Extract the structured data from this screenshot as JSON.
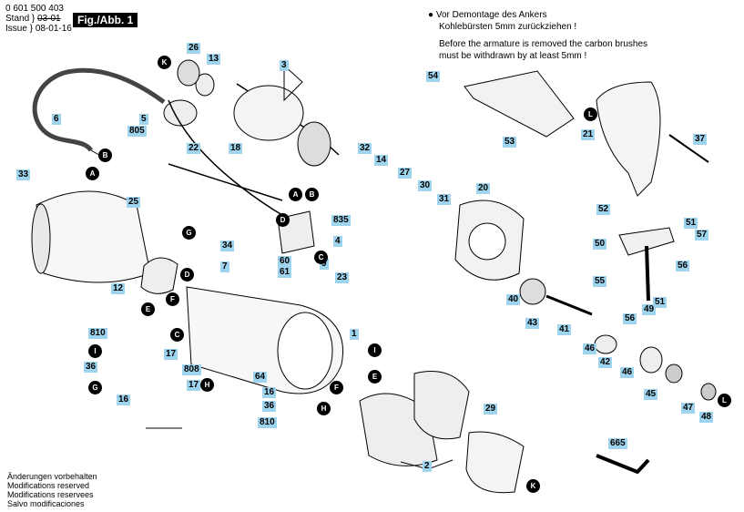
{
  "header": {
    "part_number": "0 601 500 403",
    "stand_label": "Stand",
    "stand_date_old": "03-01",
    "issue_label": "Issue",
    "issue_date": "08-01-16",
    "figure_title": "Fig./Abb. 1"
  },
  "note": {
    "de_line1": "Vor Demontage des Ankers",
    "de_line2": "Kohlebürsten 5mm zurückziehen !",
    "en_line1": "Before the armature is removed the carbon brushes",
    "en_line2": "must be withdrawn by at least 5mm !"
  },
  "footer": {
    "lines": [
      "Änderungen vorbehalten",
      "Modifications reserved",
      "Modifications reservees",
      "Salvo modificaciones"
    ]
  },
  "labels": [
    {
      "text": "26"
    },
    {
      "text": "13"
    },
    {
      "text": "3"
    },
    {
      "text": "6"
    },
    {
      "text": "5"
    },
    {
      "text": "805"
    },
    {
      "text": "22"
    },
    {
      "text": "18"
    },
    {
      "text": "32"
    },
    {
      "text": "14"
    },
    {
      "text": "27"
    },
    {
      "text": "30"
    },
    {
      "text": "31"
    },
    {
      "text": "54"
    },
    {
      "text": "53"
    },
    {
      "text": "21"
    },
    {
      "text": "37"
    },
    {
      "text": "33"
    },
    {
      "text": "25"
    },
    {
      "text": "835"
    },
    {
      "text": "4"
    },
    {
      "text": "34"
    },
    {
      "text": "7"
    },
    {
      "text": "60"
    },
    {
      "text": "61"
    },
    {
      "text": "9"
    },
    {
      "text": "23"
    },
    {
      "text": "12"
    },
    {
      "text": "20"
    },
    {
      "text": "52"
    },
    {
      "text": "51"
    },
    {
      "text": "57"
    },
    {
      "text": "50"
    },
    {
      "text": "56"
    },
    {
      "text": "55"
    },
    {
      "text": "40"
    },
    {
      "text": "51"
    },
    {
      "text": "49"
    },
    {
      "text": "56"
    },
    {
      "text": "43"
    },
    {
      "text": "41"
    },
    {
      "text": "46"
    },
    {
      "text": "42"
    },
    {
      "text": "46"
    },
    {
      "text": "45"
    },
    {
      "text": "47"
    },
    {
      "text": "48"
    },
    {
      "text": "810"
    },
    {
      "text": "17"
    },
    {
      "text": "36"
    },
    {
      "text": "16"
    },
    {
      "text": "808"
    },
    {
      "text": "64"
    },
    {
      "text": "1"
    },
    {
      "text": "17"
    },
    {
      "text": "16"
    },
    {
      "text": "36"
    },
    {
      "text": "810"
    },
    {
      "text": "29"
    },
    {
      "text": "2"
    },
    {
      "text": "665"
    }
  ],
  "markers": [
    {
      "text": "K"
    },
    {
      "text": "B"
    },
    {
      "text": "A"
    },
    {
      "text": "A"
    },
    {
      "text": "B"
    },
    {
      "text": "D"
    },
    {
      "text": "C"
    },
    {
      "text": "G"
    },
    {
      "text": "D"
    },
    {
      "text": "F"
    },
    {
      "text": "E"
    },
    {
      "text": "C"
    },
    {
      "text": "I"
    },
    {
      "text": "G"
    },
    {
      "text": "H"
    },
    {
      "text": "I"
    },
    {
      "text": "E"
    },
    {
      "text": "F"
    },
    {
      "text": "H"
    },
    {
      "text": "K"
    },
    {
      "text": "L"
    },
    {
      "text": "L"
    }
  ]
}
